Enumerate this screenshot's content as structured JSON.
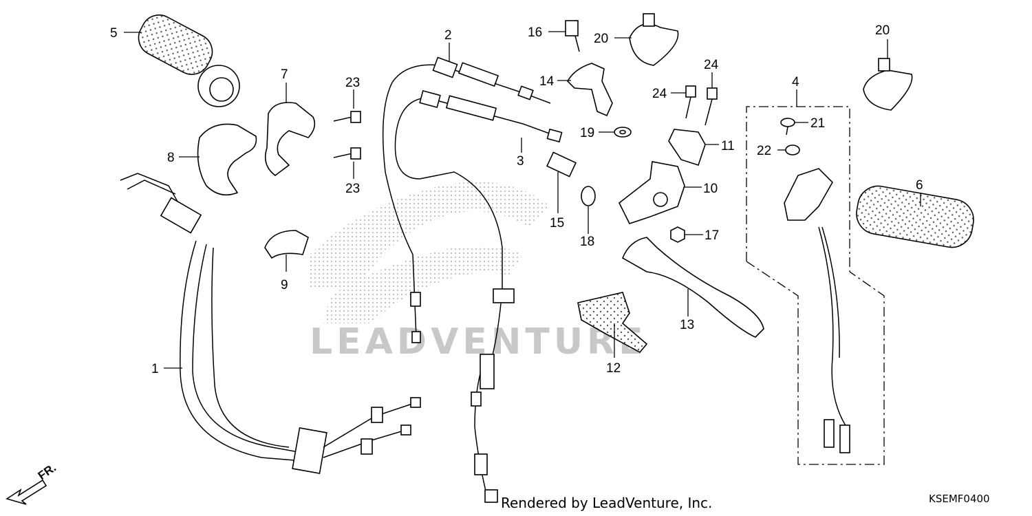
{
  "footer": {
    "render_credit": "Rendered by LeadVenture, Inc.",
    "diagram_code": "KSEMF0400"
  },
  "direction": {
    "label": "FR."
  },
  "watermark": {
    "text": "LEADVENTURE",
    "color": "#c8c8c8"
  },
  "callouts": [
    {
      "id": "1",
      "label": "1"
    },
    {
      "id": "2",
      "label": "2"
    },
    {
      "id": "3",
      "label": "3"
    },
    {
      "id": "4",
      "label": "4"
    },
    {
      "id": "5",
      "label": "5"
    },
    {
      "id": "6",
      "label": "6"
    },
    {
      "id": "7",
      "label": "7"
    },
    {
      "id": "8",
      "label": "8"
    },
    {
      "id": "9",
      "label": "9"
    },
    {
      "id": "10",
      "label": "10"
    },
    {
      "id": "11",
      "label": "11"
    },
    {
      "id": "12",
      "label": "12"
    },
    {
      "id": "13",
      "label": "13"
    },
    {
      "id": "14",
      "label": "14"
    },
    {
      "id": "15",
      "label": "15"
    },
    {
      "id": "16",
      "label": "16"
    },
    {
      "id": "17",
      "label": "17"
    },
    {
      "id": "18",
      "label": "18"
    },
    {
      "id": "19",
      "label": "19"
    },
    {
      "id": "20a",
      "label": "20"
    },
    {
      "id": "20b",
      "label": "20"
    },
    {
      "id": "21",
      "label": "21"
    },
    {
      "id": "22",
      "label": "22"
    },
    {
      "id": "23a",
      "label": "23"
    },
    {
      "id": "23b",
      "label": "23"
    },
    {
      "id": "24a",
      "label": "24"
    },
    {
      "id": "24b",
      "label": "24"
    }
  ]
}
